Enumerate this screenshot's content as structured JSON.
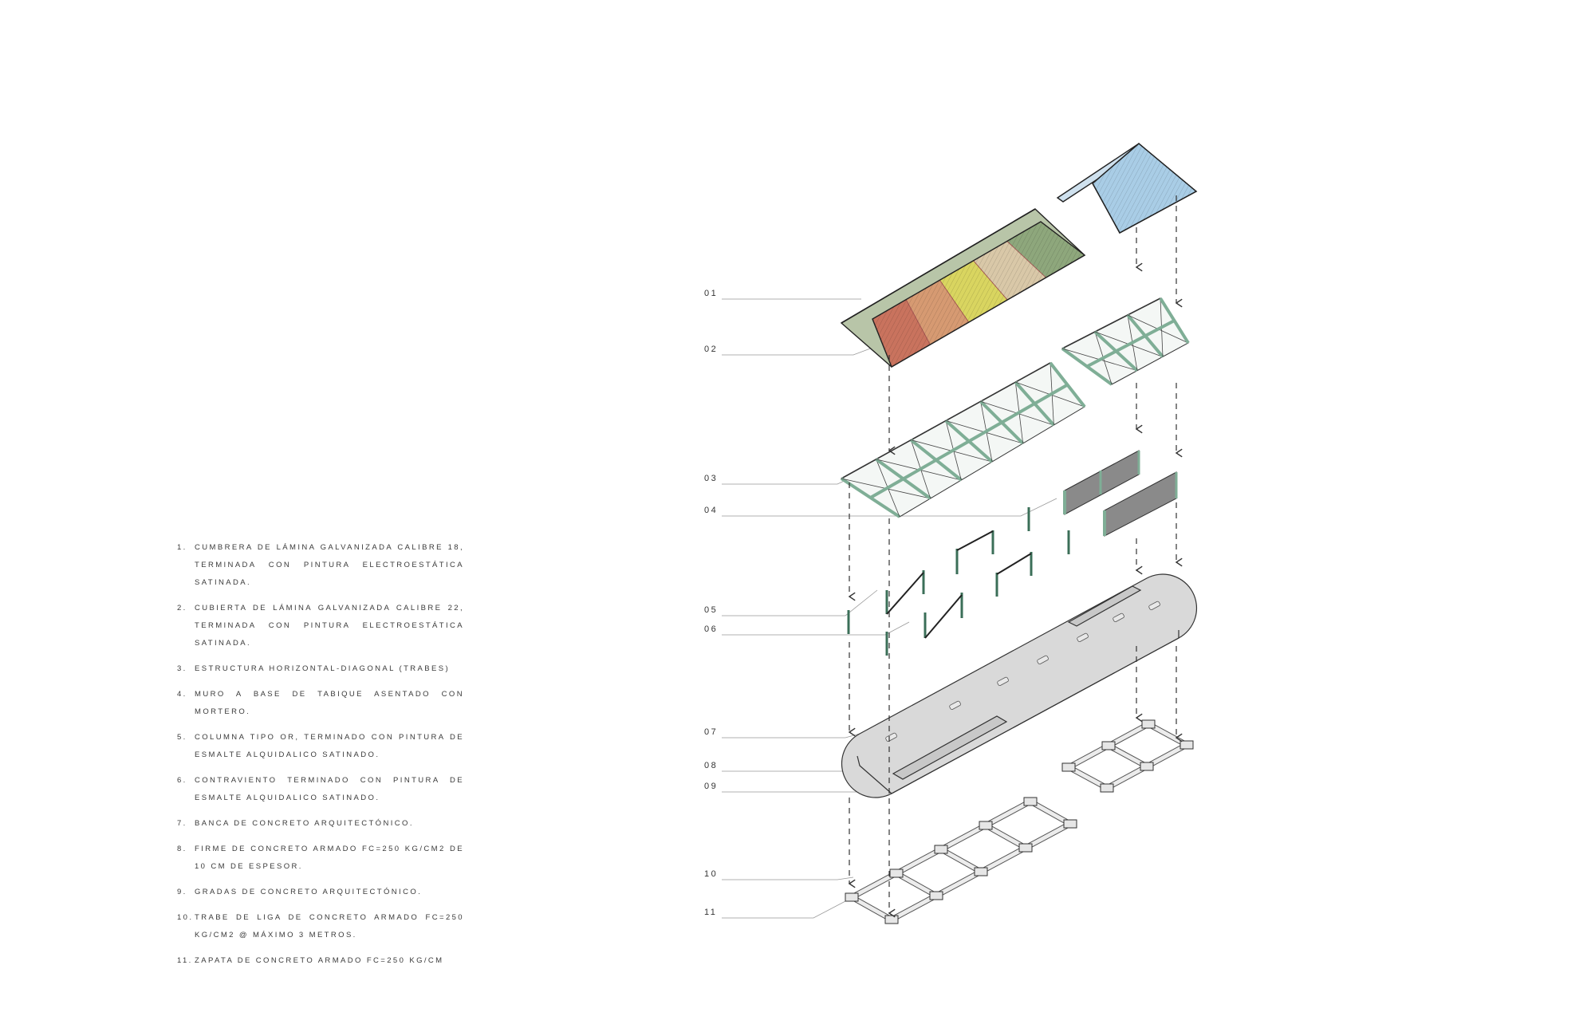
{
  "legend": {
    "items": [
      {
        "num": "1.",
        "text": "Cumbrera de lámina galvanizada calibre 18, terminada con pintura electroestática satinada."
      },
      {
        "num": "2.",
        "text": "Cubierta de lámina galvanizada calibre 22, terminada con pintura electroestática satinada."
      },
      {
        "num": "3.",
        "text": "Estructura horizontal-diagonal (trabes)"
      },
      {
        "num": "4.",
        "text": "Muro a base de tabique asentado con mortero."
      },
      {
        "num": "5.",
        "text": "Columna tipo OR, terminado con pintura de esmalte alquidalico satinado."
      },
      {
        "num": "6.",
        "text": "Contraviento terminado con pintura de esmalte alquidalico satinado."
      },
      {
        "num": "7.",
        "text": "Banca de concreto arquitectónico."
      },
      {
        "num": "8.",
        "text": "Firme de concreto armado fc=250 kg/cm2 de 10 cm de espesor."
      },
      {
        "num": "9.",
        "text": "Gradas de concreto arquitectónico."
      },
      {
        "num": "10.",
        "text": "Trabe de liga de concreto armado fc=250 kg/cm2 @ máximo 3 metros."
      },
      {
        "num": "11.",
        "text": "Zapata de concreto armado fc=250 kg/cm"
      }
    ]
  },
  "callouts": [
    "01",
    "02",
    "03",
    "04",
    "05",
    "06",
    "07",
    "08",
    "09",
    "10",
    "11"
  ],
  "colors": {
    "roof_panels": [
      "#c9735e",
      "#d69a72",
      "#d9d560",
      "#d9c8a8",
      "#8ea77c"
    ],
    "small_roof": "#a9cde6",
    "structure": "#7fae96",
    "wall": "#8a8a8a",
    "slab": "#d9d9d9"
  }
}
